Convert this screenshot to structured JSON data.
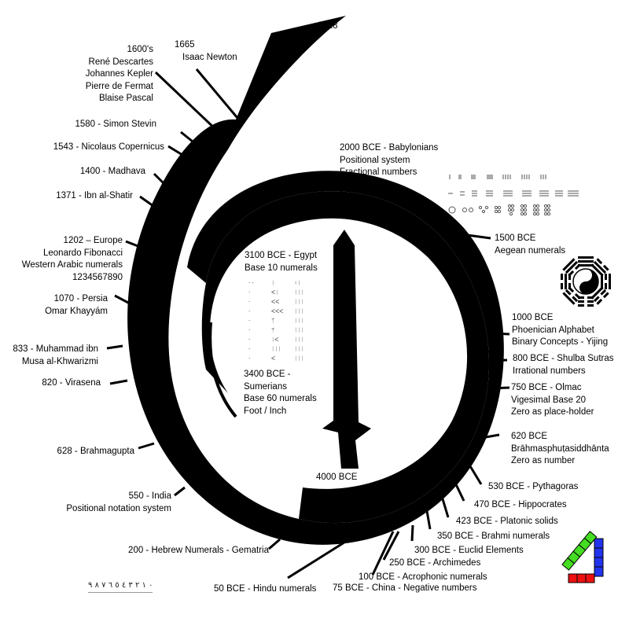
{
  "top_label": "2018",
  "center_label": "4000 BCE",
  "events": {
    "e1600s": [
      "1600's",
      "René Descartes",
      "Johannes Kepler",
      "Pierre de Fermat",
      "Blaise Pascal"
    ],
    "e1665": [
      "1665",
      "Isaac Newton"
    ],
    "e1580": [
      "1580 - Simon Stevin"
    ],
    "e1543": [
      "1543 - Nicolaus Copernicus"
    ],
    "e1400": [
      "1400 - Madhava"
    ],
    "e1371": [
      "1371 - Ibn al-Shatir"
    ],
    "e1202": [
      "1202 – Europe",
      "Leonardo Fibonacci",
      "Western Arabic numerals",
      "1234567890"
    ],
    "e1070": [
      "1070  - Persia",
      "Omar Khayyám"
    ],
    "e833": [
      "833 - Muhammad ibn",
      "Musa al-Khwarizmi"
    ],
    "e820": [
      "820 - Virasena"
    ],
    "e628": [
      "628 - Brahmagupta"
    ],
    "e550": [
      "550 -  India",
      "Positional notation system"
    ],
    "e200": [
      "200 - Hebrew Numerals  - Gematria"
    ],
    "e50bce": [
      "50 BCE - Hindu numerals"
    ],
    "e75bce": [
      "75 BCE - China - Negative numbers"
    ],
    "e100bce": [
      "100 BCE - Acrophonic numerals"
    ],
    "e250bce": [
      "250  BCE - Archimedes"
    ],
    "e300bce": [
      "300 BCE - Euclid Elements"
    ],
    "e350bce": [
      "350 BCE - Brahmi numerals"
    ],
    "e423bce": [
      "423 BCE - Platonic solids"
    ],
    "e470bce": [
      "470 BCE  - Hippocrates"
    ],
    "e530bce": [
      "530 BCE - Pythagoras"
    ],
    "e620bce": [
      "620 BCE",
      "Brāhmasphuṭasiddhānta",
      "Zero as number"
    ],
    "e750bce": [
      "750 BCE - Olmac",
      "Vigesimal Base 20",
      "Zero as place-holder"
    ],
    "e800bce": [
      "800 BCE - Shulba Sutras",
      "Irrational numbers"
    ],
    "e1000bce": [
      "1000 BCE",
      "Phoenician Alphabet",
      "Binary Concepts - Yijing"
    ],
    "e1500bce": [
      "1500 BCE",
      "Aegean numerals"
    ],
    "e2000bce": [
      "2000 BCE - Babylonians",
      "Positional system",
      "Fractional numbers"
    ],
    "e3100bce": [
      "3100 BCE - Egypt",
      "Base 10 numerals"
    ],
    "e3400bce": [
      "3400 BCE -",
      "Sumerians",
      "Base 60 numerals",
      "Foot / Inch"
    ]
  },
  "arabic_digits": "٠ ١ ٢ ٣ ٤ ٥ ٦ ٧ ٨ ٩",
  "colors": {
    "spiral": "#000000",
    "green": "#44dd22",
    "blue": "#2233ee",
    "red": "#ee1111"
  },
  "icons": [
    "spiral-timeline",
    "cuneiform-numerals-glyph",
    "aegean-numerals-glyph",
    "yin-yang-icon",
    "bagua-trigrams-icon",
    "hindu-arabic-digits-strip",
    "number-four-blocks-icon"
  ]
}
